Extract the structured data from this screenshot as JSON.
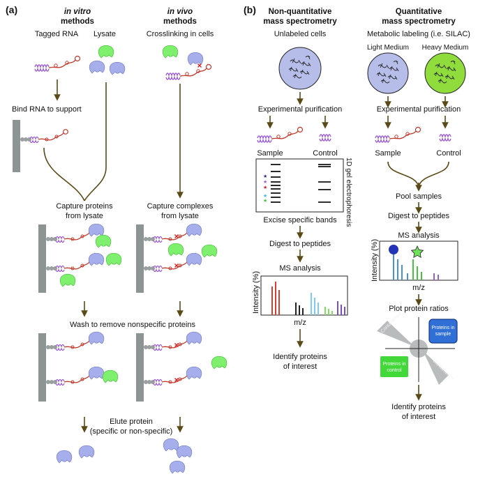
{
  "panel_a": {
    "label": "(a)",
    "in_vitro": {
      "title_italic": "in vitro",
      "title_rest": "methods"
    },
    "in_vivo": {
      "title_italic": "in vivo",
      "title_rest": "methods"
    },
    "tagged_rna": "Tagged RNA",
    "lysate": "Lysate",
    "crosslinking": "Crosslinking in cells",
    "bind_rna": "Bind RNA to support",
    "capture_proteins": [
      "Capture proteins",
      "from lysate"
    ],
    "capture_complexes": [
      "Capture complexes",
      "from lysate"
    ],
    "wash": "Wash to remove nonspecific proteins",
    "elute": [
      "Elute protein",
      "(specific or non-specific)"
    ]
  },
  "panel_b": {
    "label": "(b)",
    "nonquant": {
      "title": [
        "Non-quantitative",
        "mass spectrometry"
      ],
      "unlabeled": "Unlabeled cells",
      "purification": "Experimental purification",
      "sample": "Sample",
      "control": "Control",
      "gel_label": "1D gel electrophoresis",
      "excise": "Excise specific bands",
      "digest": "Digest to peptides",
      "ms": "MS analysis",
      "ylabel": "Intensity (%)",
      "xlabel": "m/z",
      "identify": [
        "Identify proteins",
        "of interest"
      ]
    },
    "quant": {
      "title": [
        "Quantitative",
        "mass spectrometry"
      ],
      "labeling": "Metabolic labeling (i.e. SILAC)",
      "light": "Light Medium",
      "heavy": "Heavy Medium",
      "purification": "Experimental purification",
      "sample": "Sample",
      "control": "Control",
      "pool": "Pool samples",
      "digest": "Digest to peptides",
      "ms": "MS analysis",
      "ylabel": "Intensity (%)",
      "xlabel": "m/z",
      "plot": "Plot protein ratios",
      "in_sample": [
        "Proteins in",
        "sample"
      ],
      "in_control": [
        "Proteins in",
        "control"
      ],
      "contaminant": "Contaminant",
      "identify": [
        "Identify proteins",
        "of interest"
      ]
    }
  },
  "colors": {
    "arrow": "#5a4a17",
    "rna": "#9b5cd4",
    "rna_loop": "#c0392b",
    "protein_blue": "#a7aeec",
    "protein_green": "#7ef06e",
    "support": "#8c9494",
    "cell_light": "#b6bde9",
    "cell_heavy": "#8fdc3c",
    "sample_box": "#2f6fd6",
    "control_box": "#43d83a"
  }
}
